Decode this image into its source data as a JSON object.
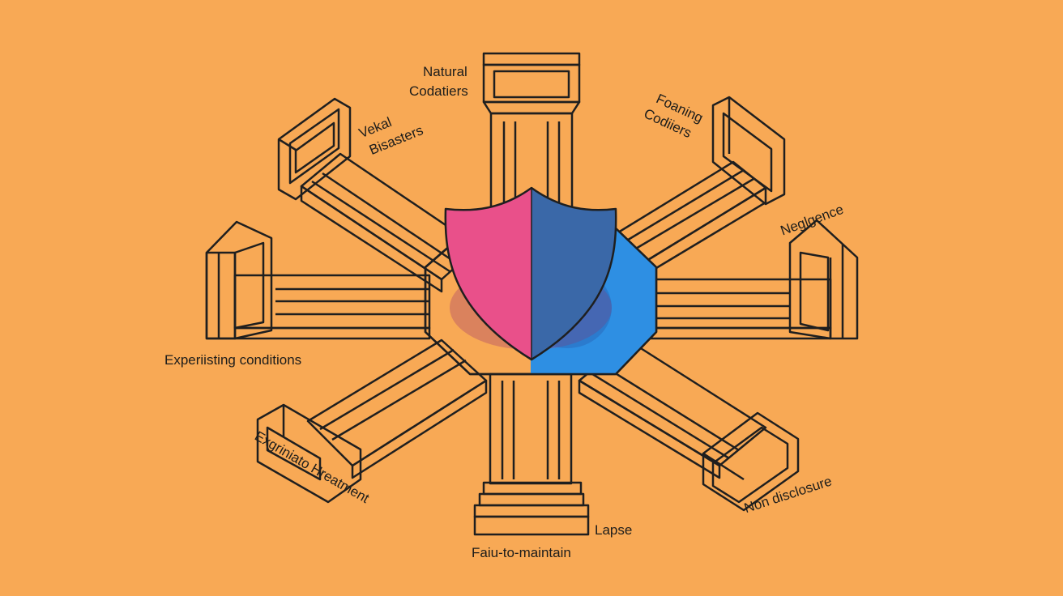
{
  "diagram": {
    "center": {
      "icon": "shield-icon",
      "left_color": "#E9508A",
      "right_color": "#3A68A8"
    },
    "pillars": [
      {
        "id": "natural-conditions",
        "label_lines": [
          "Natural",
          "Codatiers"
        ],
        "color": "#8FC250",
        "dark": "#4C7A3E"
      },
      {
        "id": "verbal-disasters",
        "label_lines": [
          "Vekal",
          "Bisasters"
        ],
        "color": "#F26B38",
        "dark": "#C0402D"
      },
      {
        "id": "forming-conditions",
        "label_lines": [
          "Foaning",
          "Codiiers"
        ],
        "color": "#1FCFC1",
        "dark": "#0E8A6A"
      },
      {
        "id": "negligence",
        "label_lines": [
          "Neglgence"
        ],
        "color": "#2E8FE3",
        "dark": "#3268C8"
      },
      {
        "id": "preexisting-conditions",
        "label_lines": [
          "Experiisting conditions"
        ],
        "color": "#E9508A",
        "dark": "#B8356B"
      },
      {
        "id": "non-disclosure",
        "label_lines": [
          "Non disclosure"
        ],
        "color": "#3A7DD8",
        "dark": "#2F62B5"
      },
      {
        "id": "experimental-treatment",
        "label_lines": [
          "Exgriniato Hreatment"
        ],
        "color": "#F279A8",
        "dark": "#C8316A"
      },
      {
        "id": "lapse",
        "label_lines": [
          "Lapse"
        ],
        "color": "#C9C0FA",
        "dark": "#2F5B9E"
      },
      {
        "id": "failure-to-maintain",
        "label_lines": [
          "Faiu-to-maintain"
        ],
        "color": "#C9C0FA",
        "dark": "#2F5B9E"
      }
    ]
  }
}
